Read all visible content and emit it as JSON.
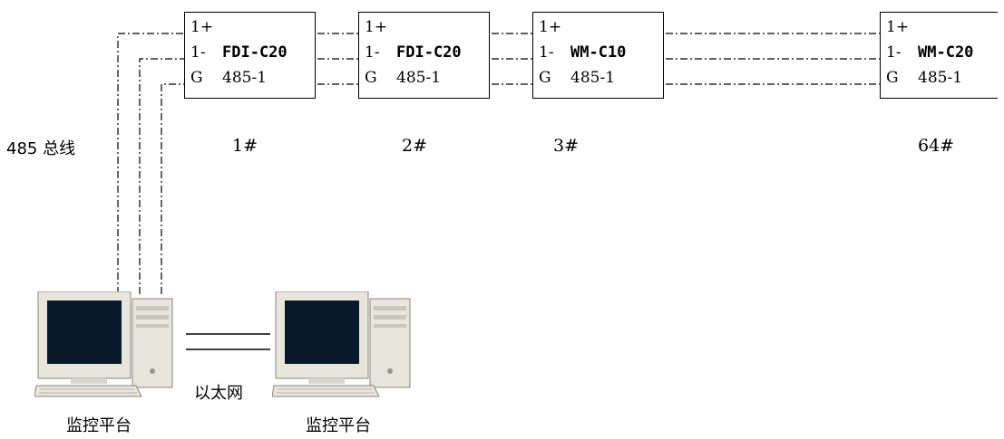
{
  "bus_label": "485 总线",
  "ethernet_label": "以太网",
  "devices": [
    {
      "pin1": "1+",
      "pin2": "1-",
      "pin3": "G",
      "model": "FDI-C20",
      "port": "485-1",
      "number": "1#"
    },
    {
      "pin1": "1+",
      "pin2": "1-",
      "pin3": "G",
      "model": "FDI-C20",
      "port": "485-1",
      "number": "2#"
    },
    {
      "pin1": "1+",
      "pin2": "1-",
      "pin3": "G",
      "model": "WM-C10",
      "port": "485-1",
      "number": "3#"
    },
    {
      "pin1": "1+",
      "pin2": "1-",
      "pin3": "G",
      "model": "WM-C20",
      "port": "485-1",
      "number": "64#"
    }
  ],
  "platforms": [
    {
      "label": "监控平台"
    },
    {
      "label": "监控平台"
    }
  ],
  "colors": {
    "line": "#000000",
    "screen": "#0b1a2a",
    "case": "#e8e5dc"
  }
}
